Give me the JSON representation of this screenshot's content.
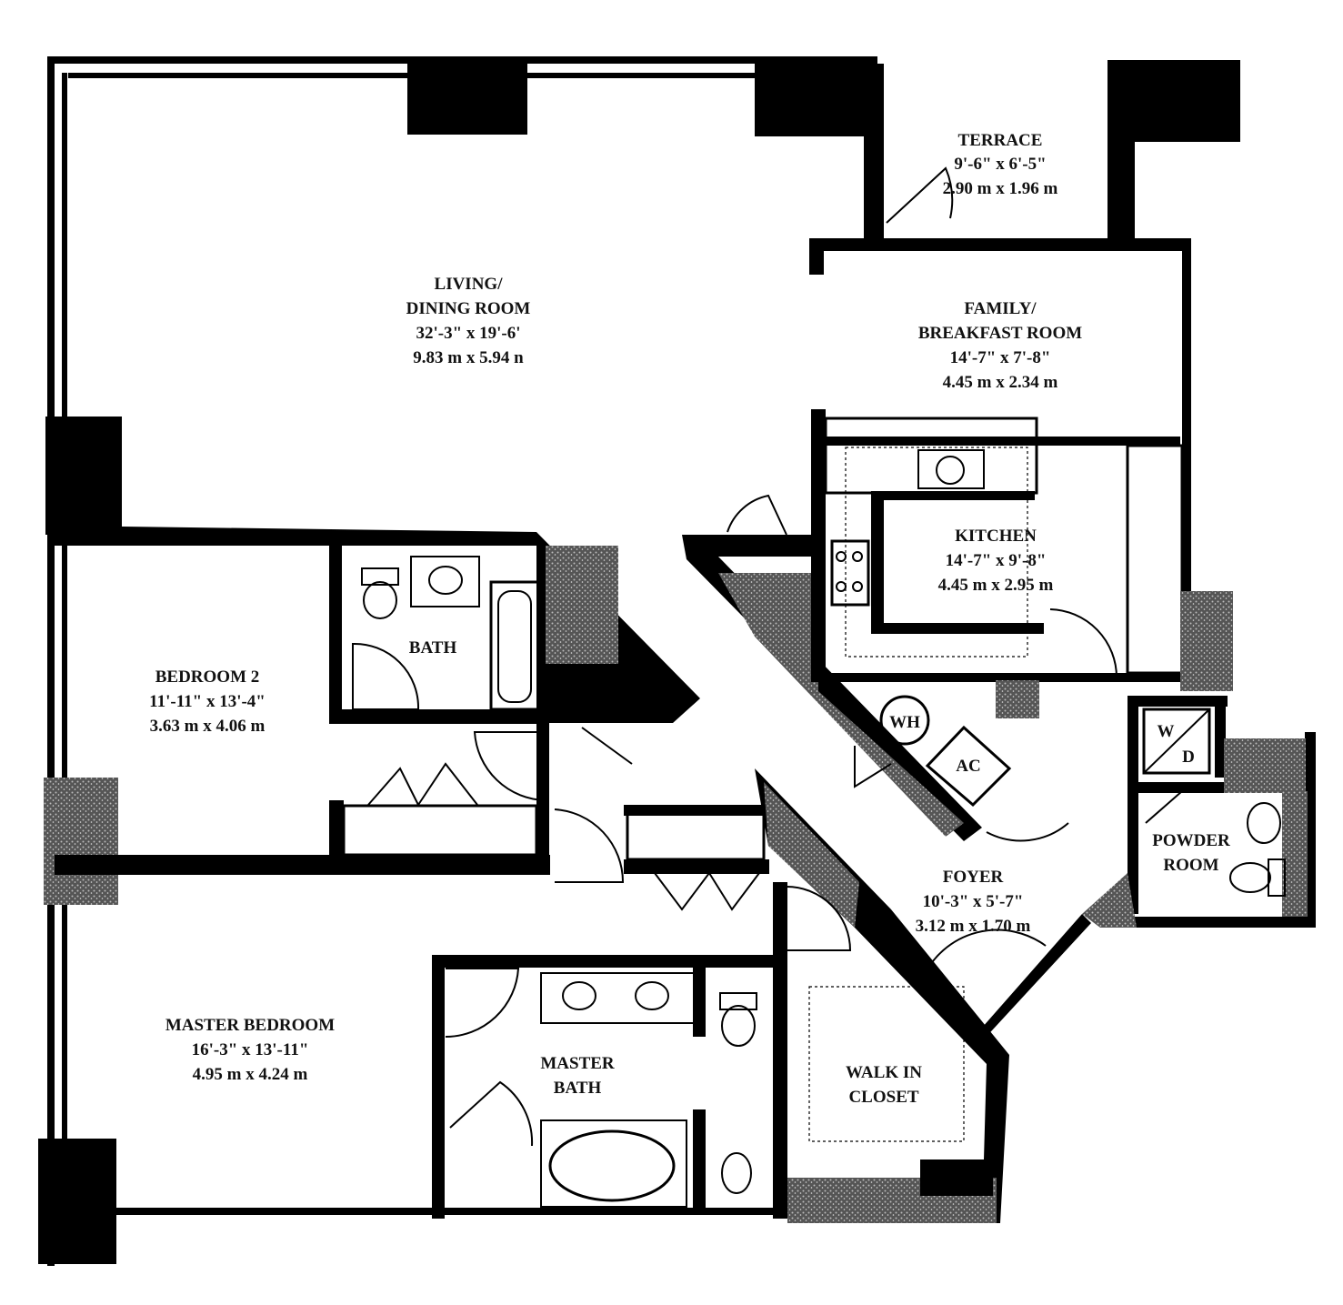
{
  "rooms": {
    "terrace": {
      "name": "TERRACE",
      "imperial": "9'-6\" x 6'-5\"",
      "metric": "2.90 m x 1.96 m"
    },
    "living": {
      "name1": "LIVING/",
      "name2": "DINING ROOM",
      "imperial": "32'-3\" x 19'-6'",
      "metric": "9.83 m x 5.94 n"
    },
    "family": {
      "name1": "FAMILY/",
      "name2": "BREAKFAST ROOM",
      "imperial": "14'-7\" x 7'-8\"",
      "metric": "4.45 m x 2.34 m"
    },
    "kitchen": {
      "name": "KITCHEN",
      "imperial": "14'-7\" x 9'-8\"",
      "metric": "4.45 m x 2.95 m"
    },
    "bath": {
      "name": "BATH"
    },
    "bedroom2": {
      "name": "BEDROOM 2",
      "imperial": "11'-11\" x 13'-4\"",
      "metric": "3.63 m x 4.06 m"
    },
    "foyer": {
      "name": "FOYER",
      "imperial": "10'-3\" x 5'-7\"",
      "metric": "3.12 m x 1.70 m"
    },
    "powder": {
      "name1": "POWDER",
      "name2": "ROOM"
    },
    "master_bedroom": {
      "name": "MASTER BEDROOM",
      "imperial": "16'-3\" x 13'-11\"",
      "metric": "4.95 m x 4.24 m"
    },
    "master_bath": {
      "name1": "MASTER",
      "name2": "BATH"
    },
    "walk_in_closet": {
      "name1": "WALK IN",
      "name2": "CLOSET"
    }
  },
  "fixtures": {
    "water_heater": "WH",
    "air_conditioner": "AC",
    "washer": "W",
    "dryer": "D"
  }
}
